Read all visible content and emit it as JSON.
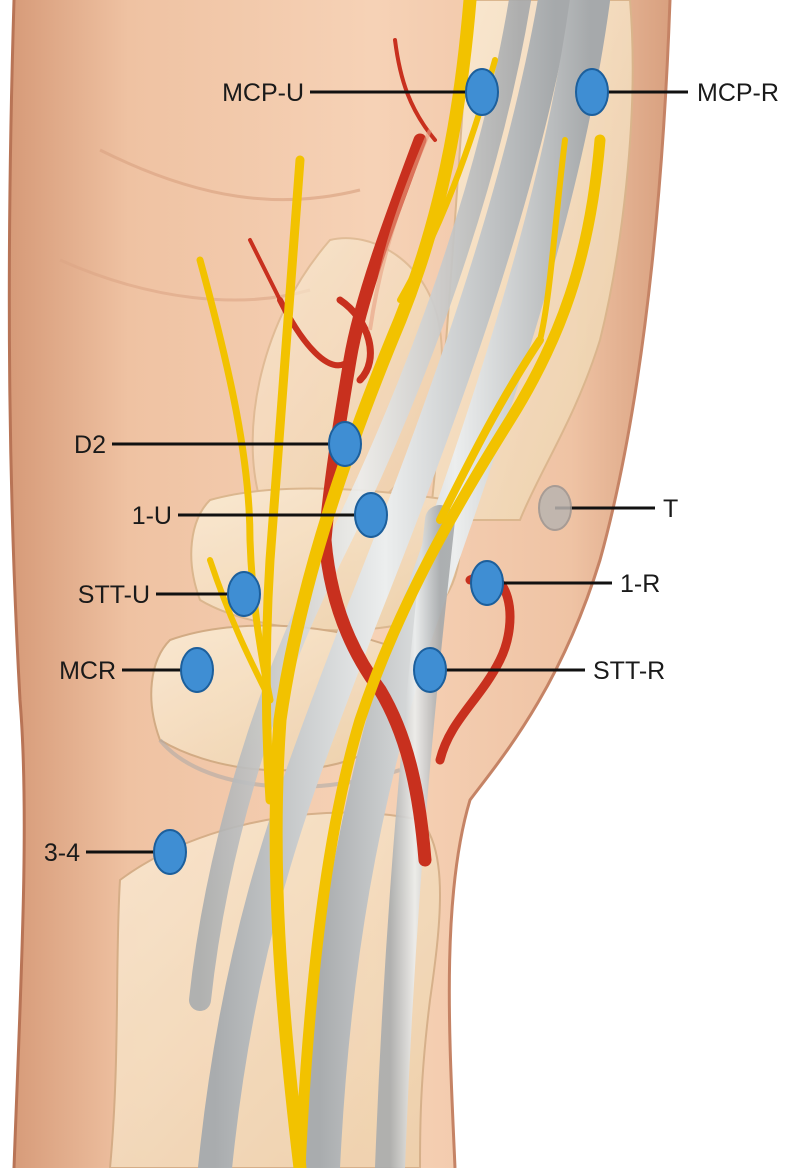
{
  "colors": {
    "skin": "#f2c9a8",
    "skin_shade": "#d79a76",
    "bone": "#f6e2c4",
    "nerve": "#f5c800",
    "artery": "#c8301e",
    "tendon": "#d3d5d6",
    "portal_blue": "#3f8ed3",
    "portal_gray": "#b9b4b0",
    "line": "#111111"
  },
  "portals": [
    {
      "id": "mcp-u",
      "label": "MCP-U",
      "kind": "active"
    },
    {
      "id": "mcp-r",
      "label": "MCP-R",
      "kind": "active"
    },
    {
      "id": "d2",
      "label": "D2",
      "kind": "active"
    },
    {
      "id": "1-u",
      "label": "1-U",
      "kind": "active"
    },
    {
      "id": "t",
      "label": "T",
      "kind": "inactive"
    },
    {
      "id": "1-r",
      "label": "1-R",
      "kind": "active"
    },
    {
      "id": "stt-u",
      "label": "STT-U",
      "kind": "active"
    },
    {
      "id": "mcr",
      "label": "MCR",
      "kind": "active"
    },
    {
      "id": "stt-r",
      "label": "STT-R",
      "kind": "active"
    },
    {
      "id": "3-4",
      "label": "3-4",
      "kind": "active"
    }
  ]
}
